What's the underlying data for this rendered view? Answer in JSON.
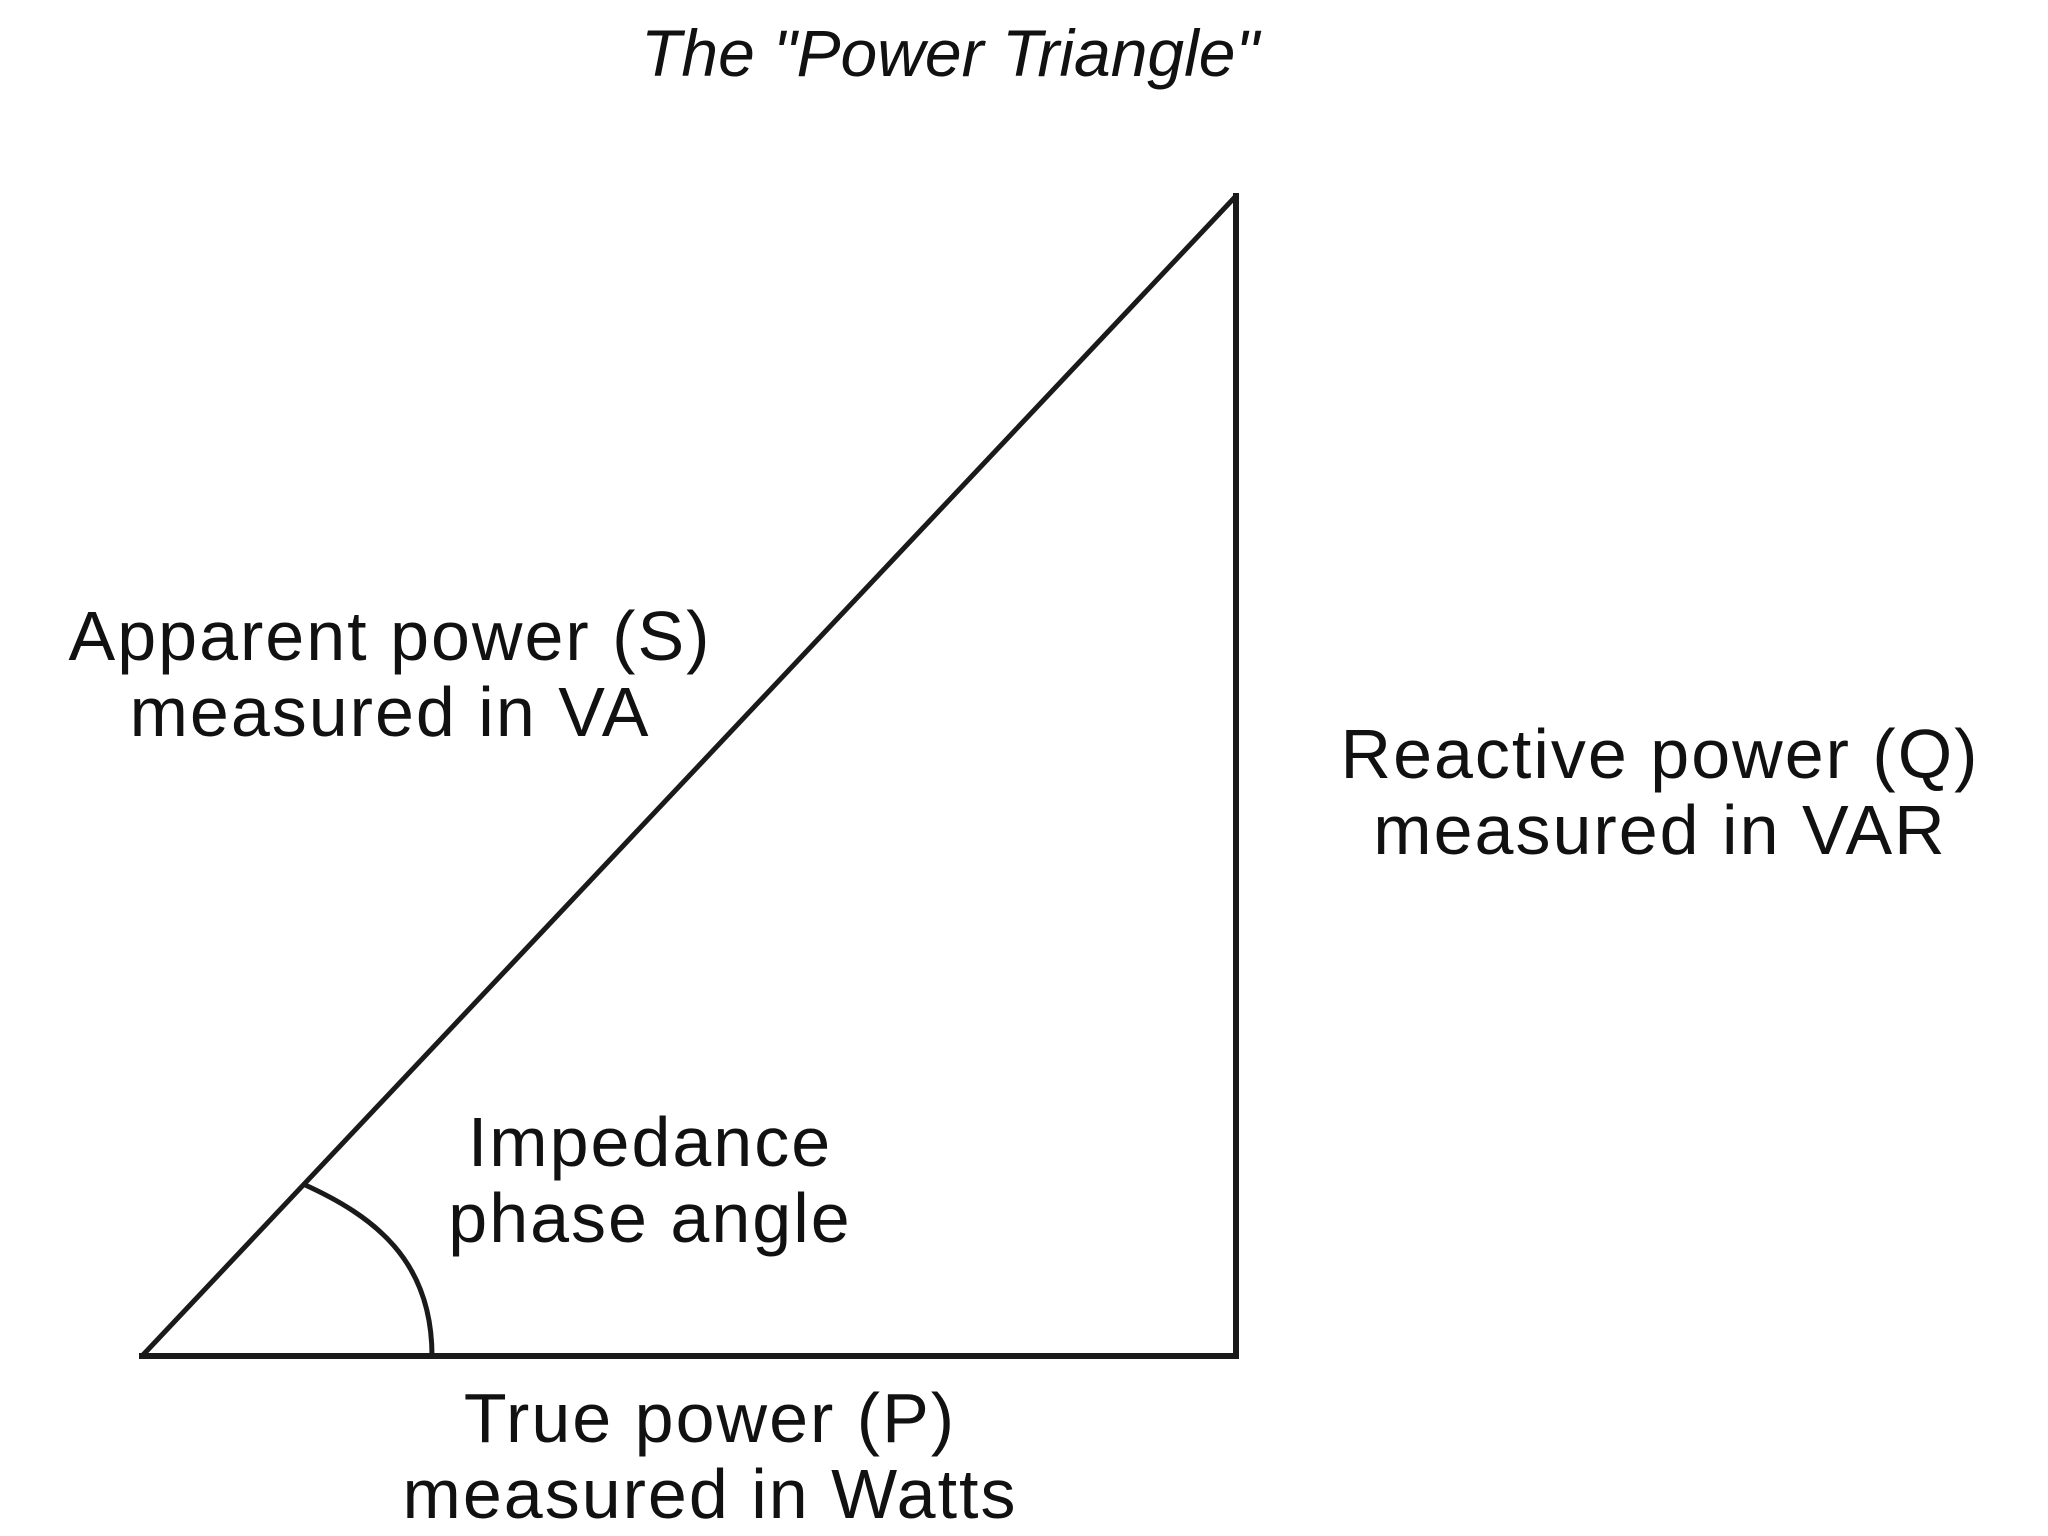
{
  "title": "The \"Power Triangle\"",
  "apparent": {
    "line1": "Apparent power  (S)",
    "line2": "measured in VA"
  },
  "reactive": {
    "line1": "Reactive power   (Q)",
    "line2": "measured in VAR"
  },
  "impedance": {
    "line1": "Impedance",
    "line2": "phase angle"
  },
  "true_power": {
    "line1": "True power (P)",
    "line2": "measured in Watts"
  },
  "colors": {
    "stroke": "#1a1a1a",
    "text": "#111111",
    "background": "#ffffff"
  }
}
